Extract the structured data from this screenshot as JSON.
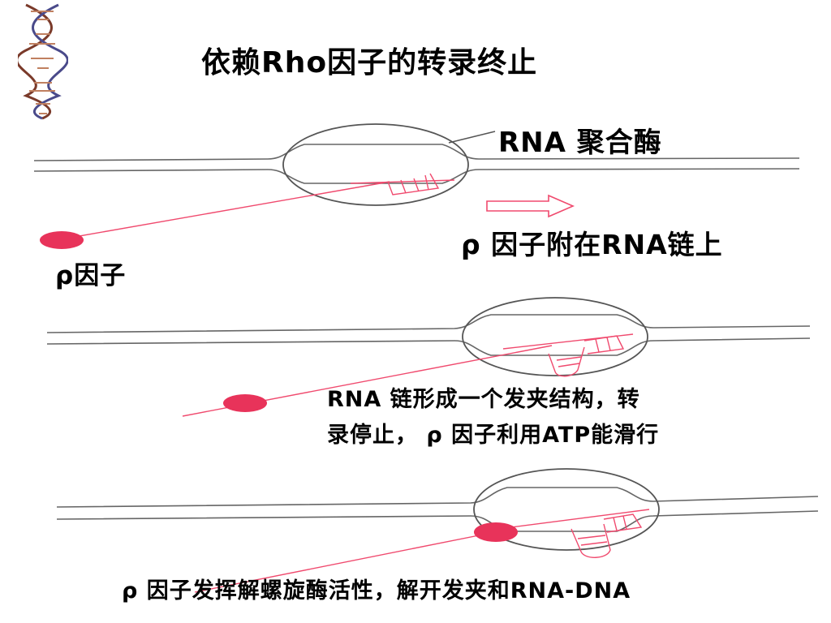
{
  "title": "依赖Rho因子的转录终止",
  "labels": {
    "rna_polymerase": "RNA 聚合酶",
    "rho_factor": "ρ因子"
  },
  "steps": [
    {
      "caption": "ρ 因子附在RNA链上"
    },
    {
      "caption_lines": [
        "RNA 链形成一个发夹结构，转",
        "录停止， ρ 因子利用ATP能滑行"
      ]
    },
    {
      "caption": "ρ 因子发挥解螺旋酶活性，解开发夹和RNA-DNA"
    }
  ],
  "colors": {
    "rho": "#e8335a",
    "rna": "#f04a6e",
    "dna": "#666666",
    "polymerase": "#555555"
  },
  "icons": [
    "dna-helix-icon",
    "arrow-right-icon"
  ]
}
